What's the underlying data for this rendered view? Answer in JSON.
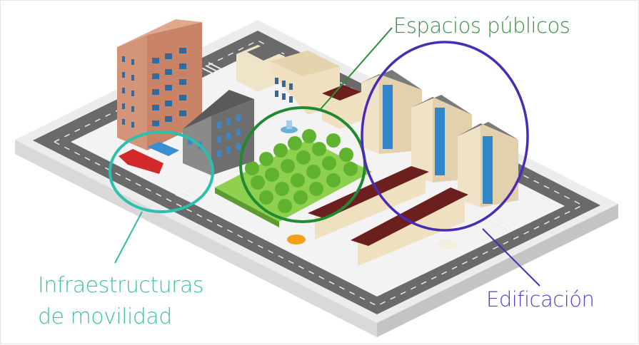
{
  "diagram": {
    "labels": {
      "espacios_publicos": "Espacios públicos",
      "infraestructuras_line1": "Infraestructuras",
      "infraestructuras_line2": "de movilidad",
      "edificacion": "Edificación"
    },
    "colors": {
      "espacios_publicos": "#2e8b3a",
      "infraestructuras": "#2bbfae",
      "edificacion": "#4a2bb5",
      "road": "#6b6b6b",
      "base": "#e9e9e9",
      "base_side": "#cfcfcf",
      "sidewalk": "#f2f2f2",
      "grass": "#8fd14f",
      "tree": "#5fb32f"
    },
    "elements": [
      "isometric city block",
      "brick tower",
      "grey apartment block",
      "park with trees",
      "fountain",
      "three modern office buildings",
      "row houses",
      "red bus",
      "bus stop",
      "yellow taxi",
      "white car",
      "crosswalks"
    ]
  }
}
